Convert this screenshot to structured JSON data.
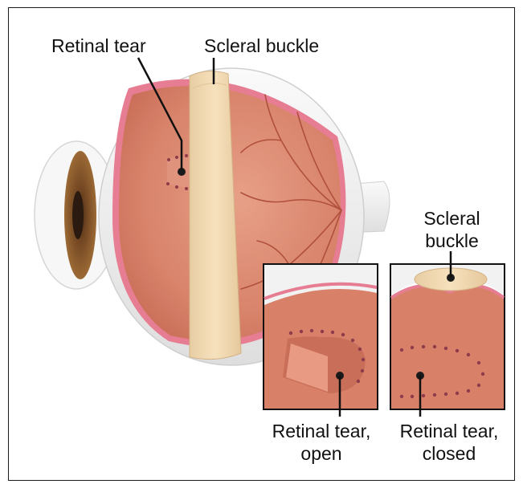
{
  "labels": {
    "retinal_tear": "Retinal tear",
    "scleral_buckle_top": "Scleral buckle",
    "scleral_buckle_side_line1": "Scleral",
    "scleral_buckle_side_line2": "buckle",
    "tear_open_line1": "Retinal tear,",
    "tear_open_line2": "open",
    "tear_closed_line1": "Retinal tear,",
    "tear_closed_line2": "closed"
  },
  "colors": {
    "retina": "#d8826a",
    "retina_light": "#e9a08a",
    "retina_edge": "#e67d93",
    "sclera": "#f2f2f2",
    "buckle": "#f3dcb6",
    "iris": "#8a5a2b",
    "vessel": "#b0503c",
    "dots": "#8e3b4a"
  }
}
